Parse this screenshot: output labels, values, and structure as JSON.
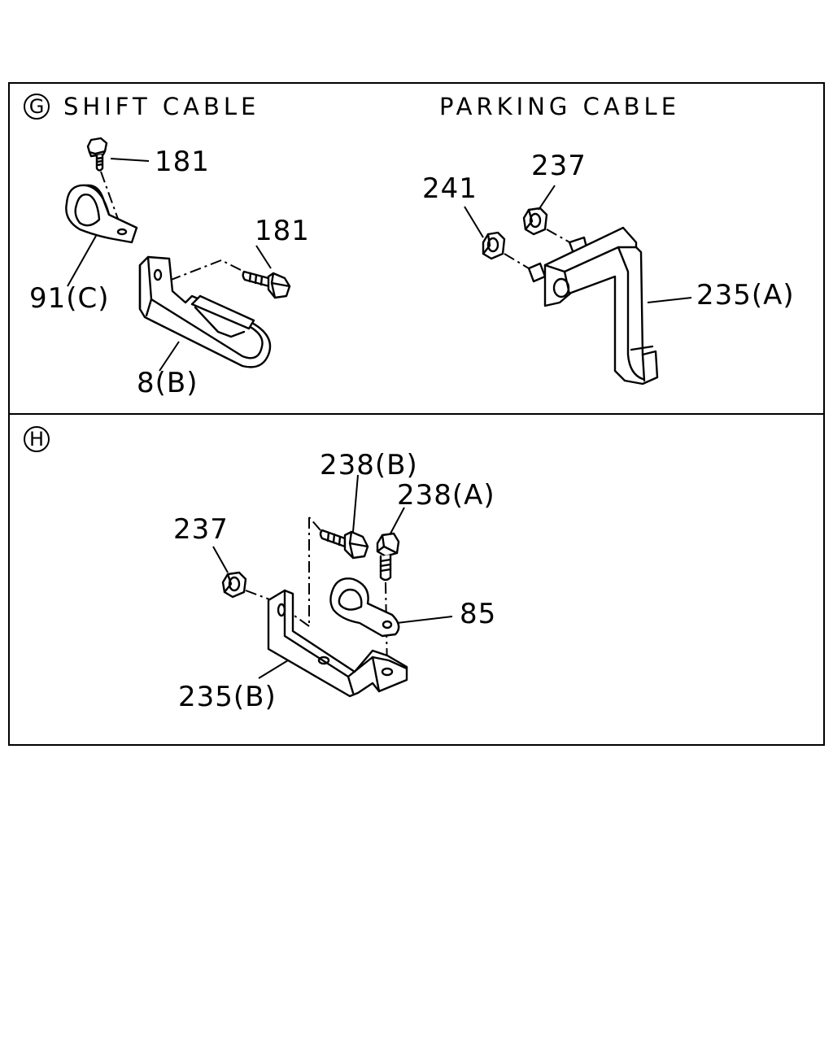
{
  "sections": {
    "g": {
      "marker": "G",
      "title_left": "SHIFT CABLE",
      "title_right": "PARKING CABLE",
      "callouts": {
        "bolt_top": "181",
        "clip": "91(C)",
        "bolt_mid": "181",
        "bracket_b": "8(B)",
        "nut_241": "241",
        "nut_237": "237",
        "bracket_a": "235(A)"
      }
    },
    "h": {
      "marker": "H",
      "callouts": {
        "bolt_238b": "238(B)",
        "bolt_238a": "238(A)",
        "nut_237": "237",
        "clamp_85": "85",
        "bracket_235b": "235(B)"
      }
    }
  }
}
